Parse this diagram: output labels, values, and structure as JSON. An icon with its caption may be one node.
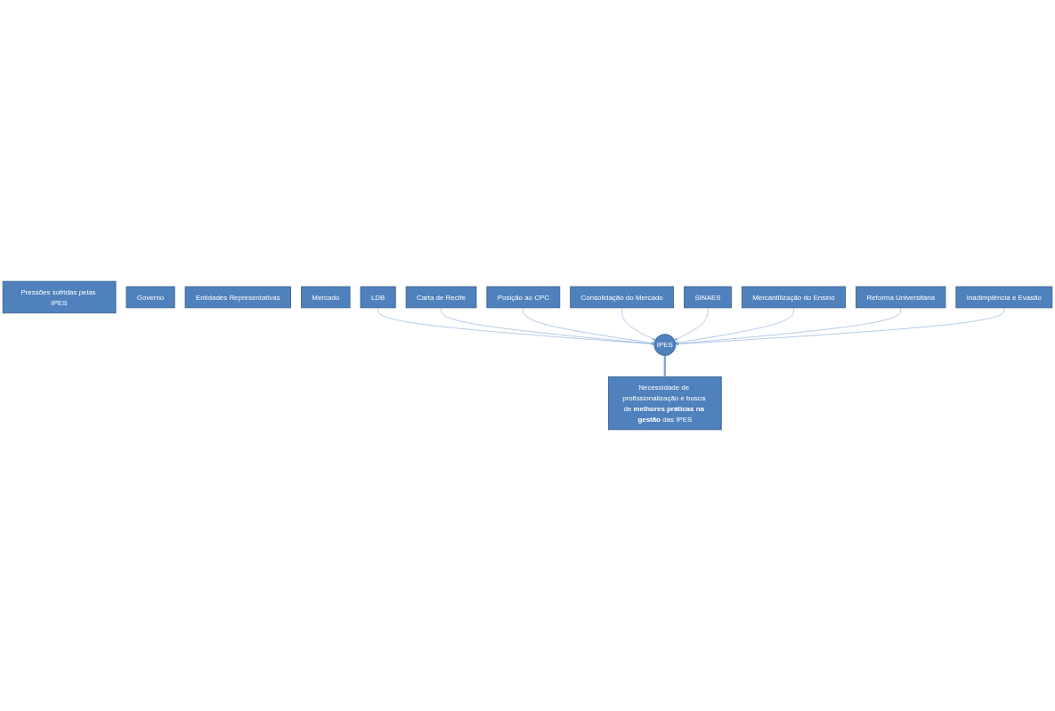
{
  "diagram": {
    "nodes": [
      {
        "text": [
          "Pressões sofridas pelas IPES"
        ]
      },
      {
        "text": [
          "Governo"
        ]
      },
      {
        "text": [
          "Entidades Representativas"
        ]
      },
      {
        "text": [
          "Mercado"
        ]
      },
      {
        "text": [
          "LDB"
        ]
      },
      {
        "text": [
          "Carta de Recife"
        ]
      },
      {
        "text": [
          "Posição ao CPC"
        ]
      },
      {
        "text": [
          "Consolidação do Mercado"
        ]
      },
      {
        "text": [
          "SINAES"
        ]
      },
      {
        "text": [
          "Mercantilização do Ensino"
        ]
      },
      {
        "text": [
          "Reforma Universitária"
        ]
      },
      {
        "text": [
          "IPES"
        ]
      },
      {
        "text": [
          "Inadimplência e Evasão"
        ]
      },
      {
        "text": [
          "Necessidade de profissionalização e busca de **melhores práticas na gestão** das IPES"
        ]
      }
    ],
    "edges": [
      {
        "from": 4,
        "to": 11,
        "arrow": "to"
      },
      {
        "from": 5,
        "to": 11,
        "arrow": "to"
      },
      {
        "from": 6,
        "to": 11,
        "arrow": "to"
      },
      {
        "from": 7,
        "to": 11,
        "arrow": "to"
      },
      {
        "from": 8,
        "to": 11,
        "arrow": "to"
      },
      {
        "from": 9,
        "to": 11,
        "arrow": "to"
      },
      {
        "from": 10,
        "to": 11,
        "arrow": "to"
      },
      {
        "from": 12,
        "to": 11,
        "arrow": "to"
      },
      {
        "from": 11,
        "to": 13,
        "arrow": "to",
        "style": "thick"
      }
    ]
  }
}
